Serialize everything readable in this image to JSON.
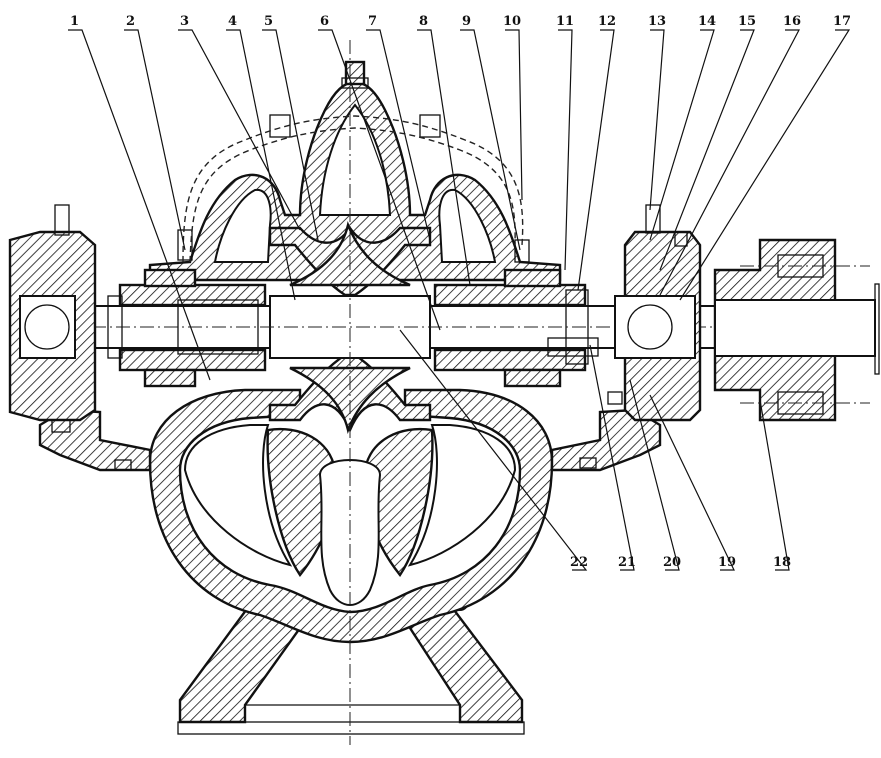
{
  "callouts": {
    "top": [
      "1",
      "2",
      "3",
      "4",
      "5",
      "6",
      "7",
      "8",
      "9",
      "10",
      "11",
      "12",
      "13",
      "14",
      "15",
      "16",
      "17"
    ],
    "bottom": [
      "22",
      "21",
      "20",
      "19",
      "18"
    ]
  }
}
